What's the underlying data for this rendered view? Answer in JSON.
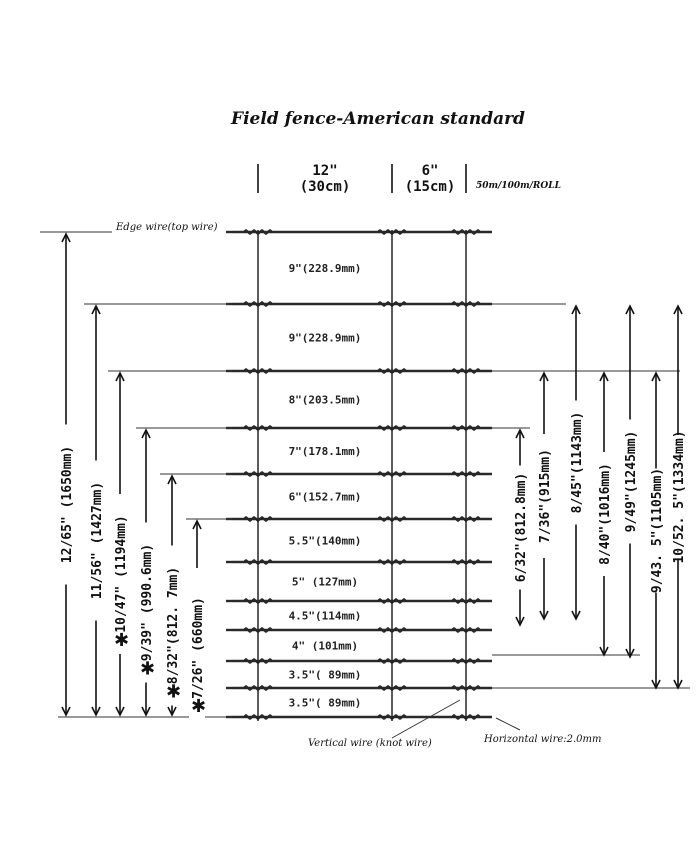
{
  "title": "Field fence-American standard",
  "header": {
    "col1_top": "12\"",
    "col1_bottom": "(30cm)",
    "col2_top": "6\"",
    "col2_bottom": "(15cm)",
    "roll": "50m/100m/ROLL"
  },
  "labels": {
    "edge_wire": "Edge wire(top wire)",
    "vertical_wire": "Vertical wire (knot wire)",
    "horizontal_wire": "Horizontal wire:2.0mm"
  },
  "spacings": [
    "9\"(228.9mm)",
    "9\"(228.9mm)",
    "8\"(203.5mm)",
    "7\"(178.1mm)",
    "6\"(152.7mm)",
    "5.5\"(140mm)",
    "5\"  (127mm)",
    "4.5\"(114mm)",
    "4\"  (101mm)",
    "3.5\"( 89mm)",
    "3.5\"( 89mm)"
  ],
  "left_heights": [
    {
      "label": "12/65\" (1650mm)",
      "star": false
    },
    {
      "label": "11/56\" (1427mm)",
      "star": false
    },
    {
      "label": "10/47\" (1194mm)",
      "star": true
    },
    {
      "label": "9/39\" (990.6mm)",
      "star": true
    },
    {
      "label": "8/32\"(812. 7mm)",
      "star": true
    },
    {
      "label": "7/26\" (660mm)",
      "star": true
    }
  ],
  "right_heights": [
    {
      "label": "6/32\"(812.8mm)"
    },
    {
      "label": "7/36\"(915mm)"
    },
    {
      "label": "8/45\"(1143mm)"
    },
    {
      "label": "8/40\"(1016mm)"
    },
    {
      "label": "9/49\"(1245mm)"
    },
    {
      "label": "9/43. 5\"(1105mm)"
    },
    {
      "label": "10/52. 5\"(1334mm)"
    }
  ]
}
